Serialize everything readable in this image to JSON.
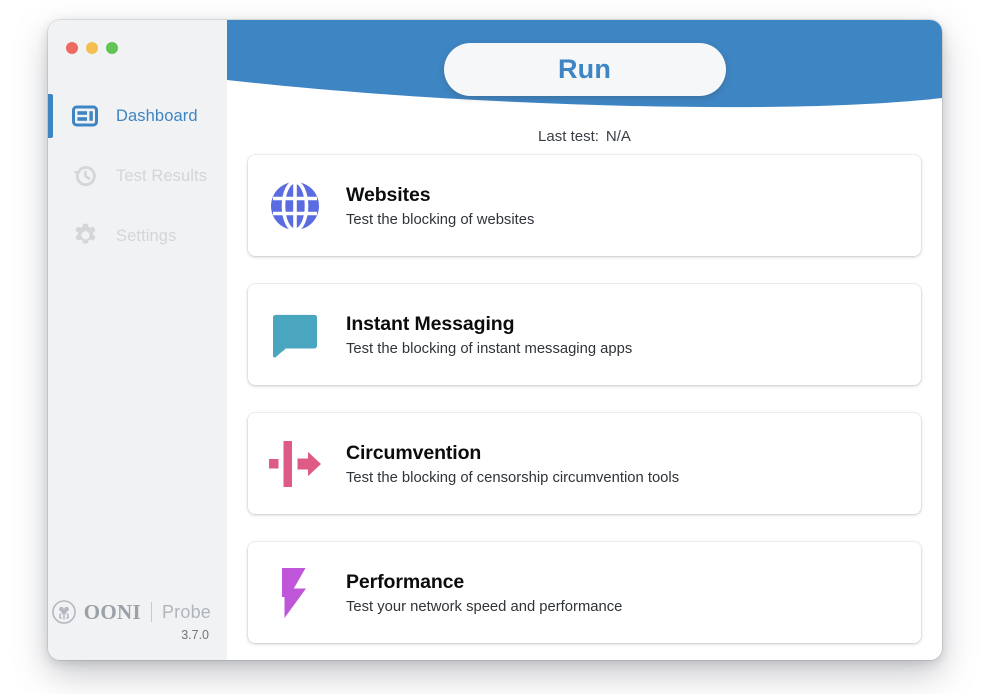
{
  "window": {
    "traffic_lights": [
      "close",
      "minimize",
      "maximize"
    ]
  },
  "sidebar": {
    "items": [
      {
        "label": "Dashboard",
        "icon": "dashboard-icon",
        "state": "active"
      },
      {
        "label": "Test Results",
        "icon": "history-clock-icon",
        "state": "inactive"
      },
      {
        "label": "Settings",
        "icon": "gear-icon",
        "state": "inactive"
      }
    ],
    "footer": {
      "logo_mark": "ooni-octopus-icon",
      "brand": "OONI",
      "product": "Probe",
      "version": "3.7.0"
    }
  },
  "header": {
    "run_label": "Run",
    "last_test_label": "Last test:",
    "last_test_value": "N/A",
    "banner_color": "#3e85c3"
  },
  "main": {
    "cards": [
      {
        "title": "Websites",
        "description": "Test the blocking of websites",
        "icon": "globe-icon",
        "color": "#5a6ce0"
      },
      {
        "title": "Instant Messaging",
        "description": "Test the blocking of instant messaging apps",
        "icon": "speech-bubble-icon",
        "color": "#4aa6bf"
      },
      {
        "title": "Circumvention",
        "description": "Test the blocking of censorship circumvention tools",
        "icon": "circumvention-arrow-icon",
        "color": "#dd5b85"
      },
      {
        "title": "Performance",
        "description": "Test your network speed and performance",
        "icon": "lightning-bolt-icon",
        "color": "#bf55d8"
      }
    ]
  }
}
